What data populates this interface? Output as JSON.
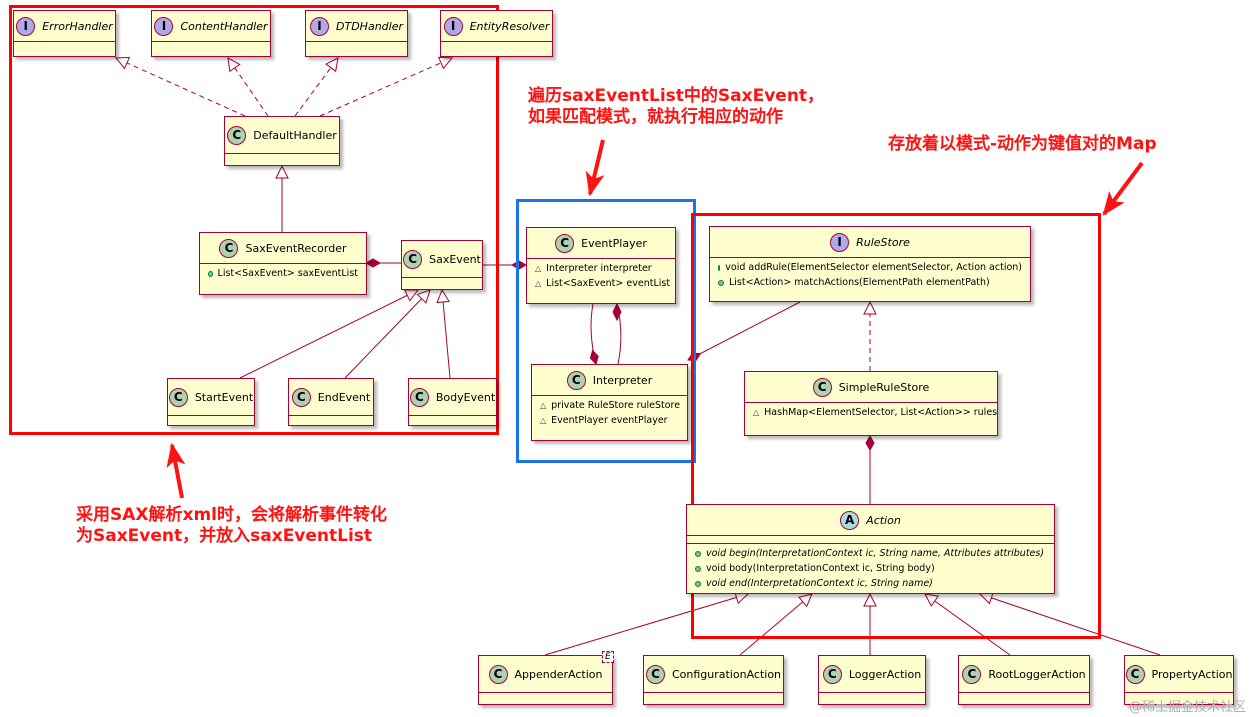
{
  "classes": {
    "error_handler": {
      "name": "ErrorHandler",
      "stereotype": "I"
    },
    "content_handler": {
      "name": "ContentHandler",
      "stereotype": "I"
    },
    "dtd_handler": {
      "name": "DTDHandler",
      "stereotype": "I"
    },
    "entity_resolver": {
      "name": "EntityResolver",
      "stereotype": "I"
    },
    "default_handler": {
      "name": "DefaultHandler",
      "stereotype": "C"
    },
    "sax_event_recorder": {
      "name": "SaxEventRecorder",
      "stereotype": "C",
      "members": [
        "List<SaxEvent> saxEventList"
      ]
    },
    "sax_event": {
      "name": "SaxEvent",
      "stereotype": "C"
    },
    "start_event": {
      "name": "StartEvent",
      "stereotype": "C"
    },
    "end_event": {
      "name": "EndEvent",
      "stereotype": "C"
    },
    "body_event": {
      "name": "BodyEvent",
      "stereotype": "C"
    },
    "event_player": {
      "name": "EventPlayer",
      "stereotype": "C",
      "members": [
        "Interpreter interpreter",
        "List<SaxEvent> eventList"
      ]
    },
    "interpreter": {
      "name": "Interpreter",
      "stereotype": "C",
      "members": [
        "private RuleStore ruleStore",
        "EventPlayer eventPlayer"
      ]
    },
    "rule_store": {
      "name": "RuleStore",
      "stereotype": "I",
      "members": [
        "void addRule(ElementSelector elementSelector, Action action)",
        "List<Action> matchActions(ElementPath elementPath)"
      ]
    },
    "simple_rule_store": {
      "name": "SimpleRuleStore",
      "stereotype": "C",
      "members": [
        "HashMap<ElementSelector, List<Action>> rules"
      ]
    },
    "action": {
      "name": "Action",
      "stereotype": "A",
      "members": [
        "void begin(InterpretationContext ic, String name, Attributes attributes)",
        "void body(InterpretationContext ic, String body)",
        "void end(InterpretationContext ic, String name)"
      ]
    },
    "appender_action": {
      "name": "AppenderAction",
      "stereotype": "C",
      "generic": "E"
    },
    "configuration_action": {
      "name": "ConfigurationAction",
      "stereotype": "C"
    },
    "logger_action": {
      "name": "LoggerAction",
      "stereotype": "C"
    },
    "root_logger_action": {
      "name": "RootLoggerAction",
      "stereotype": "C"
    },
    "property_action": {
      "name": "PropertyAction",
      "stereotype": "C"
    }
  },
  "annotations": {
    "event_player_note": {
      "line1": "遍历saxEventList中的SaxEvent，",
      "line2": "如果匹配模式，就执行相应的动作"
    },
    "rule_store_note": {
      "line1": "存放着以模式-动作为键值对的Map"
    },
    "sax_note": {
      "line1": "采用SAX解析xml时，会将解析事件转化",
      "line2": "为SaxEvent，并放入saxEventList"
    }
  },
  "watermark": "@稀土掘金技术社区",
  "colors": {
    "class_fill": "#fefece",
    "class_border": "#a80036",
    "frame_red": "#ff0000",
    "frame_blue": "#1a73e8",
    "annotation": "#ff1212"
  }
}
